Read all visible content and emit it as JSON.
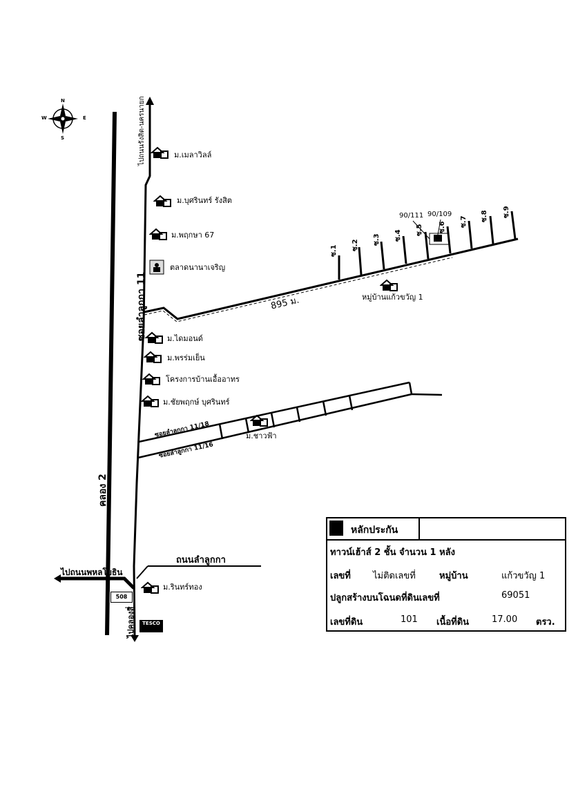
{
  "compass": {
    "north": "N",
    "south": "S",
    "east": "E",
    "west": "W"
  },
  "roads": {
    "main_soi": "ซอยลำลูกกา 11",
    "to_top": "ไปถนนรังสิต-นครนายก",
    "canal": "คลอง 2",
    "to_phahon": "ไปถนนพหลโยธิน",
    "lam_luk_ka_road": "ถนนลำลูกกา",
    "to_canal": "ไปคลองสี่",
    "soi_11_18": "ซอยลำลูกกา 11/18",
    "soi_11_16": "ซอยลำลูกกา 11/16",
    "distance": "895 ม."
  },
  "places": [
    {
      "name": "ม.เมลาวิลล์"
    },
    {
      "name": "ม.บุศรินทร์ รังสิต"
    },
    {
      "name": "ม.พฤกษา 67"
    },
    {
      "name": "ตลาดนานาเจริญ"
    },
    {
      "name": "ม.ไดมอนด์"
    },
    {
      "name": "ม.พรร่มเย็น"
    },
    {
      "name": "โครงการบ้านเอื้ออาทร"
    },
    {
      "name": "ม.ชัยพฤกษ์ บุศรินทร์"
    },
    {
      "name": "ม.ชาวฟ้า"
    },
    {
      "name": "ม.รินทร์ทอง"
    },
    {
      "name": "หมู่บ้านแก้วขวัญ 1"
    }
  ],
  "stores": {
    "seven": "508",
    "tesco": "TESCO"
  },
  "village_sois": [
    "ซ.1",
    "ซ.2",
    "ซ.3",
    "ซ.4",
    "ซ.5",
    "ซ.6",
    "ซ.7",
    "ซ.8",
    "ซ.9"
  ],
  "house_numbers": {
    "left": "90/111",
    "right": "90/109"
  },
  "legend": {
    "title": "หลักประกัน",
    "property": "ทาวน์เฮ้าส์ 2 ชั้น จำนวน 1 หลัง",
    "house_no_label": "เลขที่",
    "house_no_value": "ไม่ติดเลขที่",
    "village_label": "หมู่บ้าน",
    "village_value": "แก้วขวัญ 1",
    "deed_label": "ปลูกสร้างบนโฉนดที่ดินเลขที่",
    "deed_value": "69051",
    "land_no_label": "เลขที่ดิน",
    "land_no_value": "101",
    "area_label": "เนื้อที่ดิน",
    "area_value": "17.00",
    "area_unit": "ตรว."
  }
}
